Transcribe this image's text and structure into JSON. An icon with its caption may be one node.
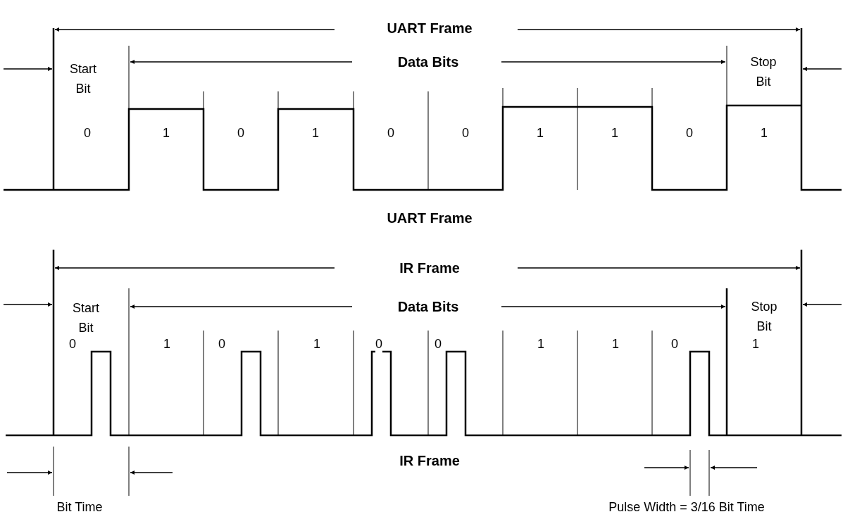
{
  "diagram": {
    "labels": [
      "UART Frame",
      "Start Bit",
      "Data Bits",
      "Stop Bit",
      "0",
      "1",
      "0",
      "1",
      "0",
      "0",
      "1",
      "1",
      "0",
      "1",
      "UART Frame",
      "IR Frame",
      "Start Bit",
      "Data Bits",
      "Stop Bit",
      "0",
      "1",
      "0",
      "1",
      "0",
      "0",
      "1",
      "1",
      "0",
      "1",
      "IR Frame",
      "Bit Time",
      "Pulse Width = 3/16 Bit Time"
    ]
  }
}
